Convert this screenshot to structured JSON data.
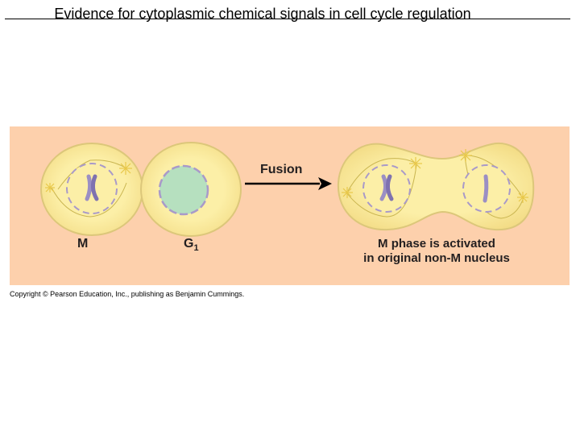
{
  "title": "Evidence for cytoplasmic chemical signals in cell cycle regulation",
  "labels": {
    "cell_m": "M",
    "cell_g1_base": "G",
    "cell_g1_sub": "1",
    "arrow": "Fusion",
    "result_line1": "M phase is activated",
    "result_line2": "in original non-M nucleus"
  },
  "copyright": "Copyright © Pearson Education, Inc., publishing as Benjamin Cummings.",
  "colors": {
    "panel_bg": "#fdd0ac",
    "cell_fill": "#fcefa7",
    "cell_stroke": "#d8c470",
    "nucleus_fill": "#b6e0bf",
    "chromosome": "#9b8fc4",
    "spindle": "#c8b850"
  }
}
